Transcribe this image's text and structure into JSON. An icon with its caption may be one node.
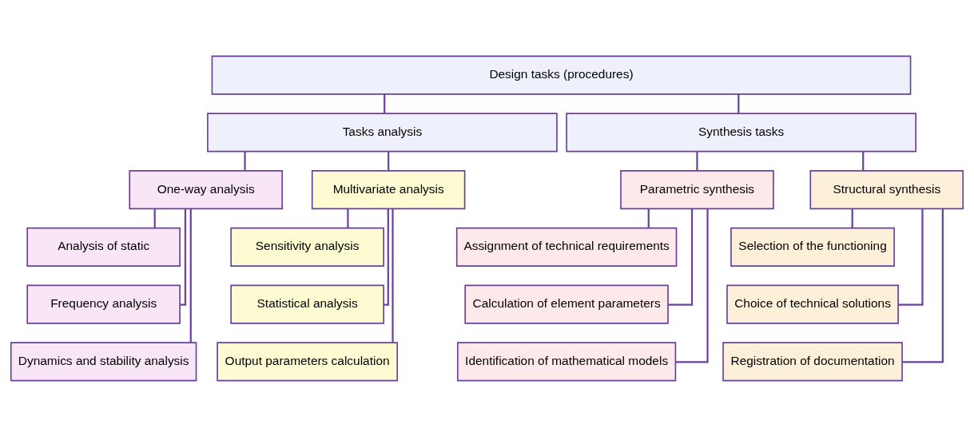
{
  "diagram": {
    "nodes": [
      {
        "text": [
          "Design tasks (procedures)"
        ]
      },
      {
        "text": [
          "Tasks analysis"
        ]
      },
      {
        "text": [
          "Synthesis tasks"
        ]
      },
      {
        "text": [
          "One-way analysis"
        ]
      },
      {
        "text": [
          "Multivariate analysis"
        ]
      },
      {
        "text": [
          "Parametric synthesis"
        ]
      },
      {
        "text": [
          "Structural synthesis"
        ]
      },
      {
        "text": [
          "Analysis of static"
        ]
      },
      {
        "text": [
          "Frequency analysis"
        ]
      },
      {
        "text": [
          "Dynamics and stability analysis"
        ]
      },
      {
        "text": [
          "Sensitivity analysis"
        ]
      },
      {
        "text": [
          "Statistical analysis"
        ]
      },
      {
        "text": [
          "Output parameters calculation"
        ]
      },
      {
        "text": [
          "Assignment of technical requirements"
        ]
      },
      {
        "text": [
          "Calculation of element parameters"
        ]
      },
      {
        "text": [
          "Identification of mathematical models"
        ]
      },
      {
        "text": [
          "Selection of the functioning"
        ]
      },
      {
        "text": [
          "Choice of technical solutions"
        ]
      },
      {
        "text": [
          "Registration of documentation"
        ]
      }
    ],
    "edges": [
      {
        "from": 0,
        "to": 1,
        "arrow": "none"
      },
      {
        "from": 0,
        "to": 2,
        "arrow": "none"
      },
      {
        "from": 1,
        "to": 3,
        "arrow": "none"
      },
      {
        "from": 1,
        "to": 4,
        "arrow": "none"
      },
      {
        "from": 2,
        "to": 5,
        "arrow": "none"
      },
      {
        "from": 2,
        "to": 6,
        "arrow": "none"
      },
      {
        "from": 3,
        "to": 7,
        "arrow": "none"
      },
      {
        "from": 3,
        "to": 8,
        "arrow": "none"
      },
      {
        "from": 3,
        "to": 9,
        "arrow": "none"
      },
      {
        "from": 4,
        "to": 10,
        "arrow": "none"
      },
      {
        "from": 4,
        "to": 11,
        "arrow": "none"
      },
      {
        "from": 4,
        "to": 12,
        "arrow": "none"
      },
      {
        "from": 5,
        "to": 13,
        "arrow": "none"
      },
      {
        "from": 5,
        "to": 14,
        "arrow": "none"
      },
      {
        "from": 5,
        "to": 15,
        "arrow": "none"
      },
      {
        "from": 6,
        "to": 16,
        "arrow": "none"
      },
      {
        "from": 6,
        "to": 17,
        "arrow": "none"
      },
      {
        "from": 6,
        "to": 18,
        "arrow": "none"
      }
    ]
  }
}
